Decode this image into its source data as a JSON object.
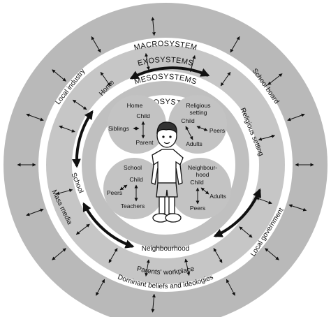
{
  "rings": {
    "macrosystem": "MACROSYSTEM",
    "exosystems": "EXOSYSTEMS",
    "mesosystems": "MESOSYSTEMS",
    "microsystems": "MICROSYSTEMS"
  },
  "exo_labels": {
    "local_industry": "Local industry",
    "school_board": "School board",
    "mass_media": "Mass media",
    "local_government": "Local government",
    "parents_workplace": "Parents' workplace"
  },
  "macro_labels": {
    "beliefs": "Dominant beliefs and ideologies"
  },
  "meso_labels": {
    "home": "Home",
    "religious_setting": "Religious setting",
    "school": "School",
    "neighbourhood": "Neighbourhood"
  },
  "micro": {
    "home": {
      "title": "Home",
      "child": "Child",
      "a": "Siblings",
      "b": "Parent"
    },
    "religious": {
      "title1": "Religious",
      "title2": "setting",
      "child": "Child",
      "a": "Peers",
      "b": "Adults"
    },
    "school": {
      "title": "School",
      "child": "Child",
      "a": "Peers",
      "b": "Teachers"
    },
    "neighbourhood": {
      "title1": "Neighbour-",
      "title2": "hood",
      "child": "Child",
      "a": "Adults",
      "b": "Peers"
    }
  },
  "colors": {
    "outer_ring": "#b9b9b9",
    "inner_ring": "#c6c6c6",
    "core": "#bdbdbd",
    "white": "#ffffff",
    "ink": "#111111"
  }
}
